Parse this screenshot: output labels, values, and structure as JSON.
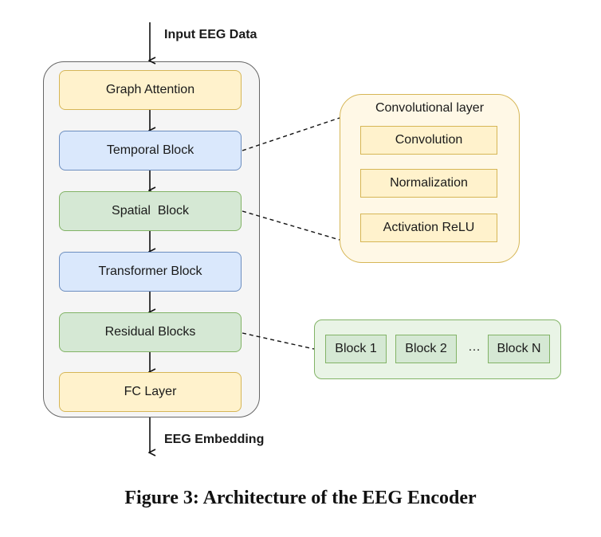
{
  "input_label": "Input EEG Data",
  "output_label": "EEG Embedding",
  "encoder_blocks": [
    {
      "label": "Graph Attention",
      "style": "yellow"
    },
    {
      "label": "Temporal Block",
      "style": "blue"
    },
    {
      "label": "Spatial  Block",
      "style": "green"
    },
    {
      "label": "Transformer Block",
      "style": "blue"
    },
    {
      "label": "Residual Blocks",
      "style": "green"
    },
    {
      "label": "FC Layer",
      "style": "yellow"
    }
  ],
  "conv_layer": {
    "title": "Convolutional layer",
    "items": [
      "Convolution",
      "Normalization",
      "Activation ReLU"
    ]
  },
  "residual_detail": {
    "items": [
      "Block 1",
      "Block 2",
      "Block N"
    ],
    "ellipsis": "…"
  },
  "caption": "Figure 3: Architecture of the EEG Encoder",
  "colors": {
    "yellow_fill": "#fff2cc",
    "yellow_stroke": "#d6b656",
    "blue_fill": "#dae8fc",
    "blue_stroke": "#6c8ebf",
    "green_fill": "#d5e8d4",
    "green_stroke": "#82b366",
    "container_fill": "#f5f5f5",
    "container_stroke": "#666666"
  }
}
